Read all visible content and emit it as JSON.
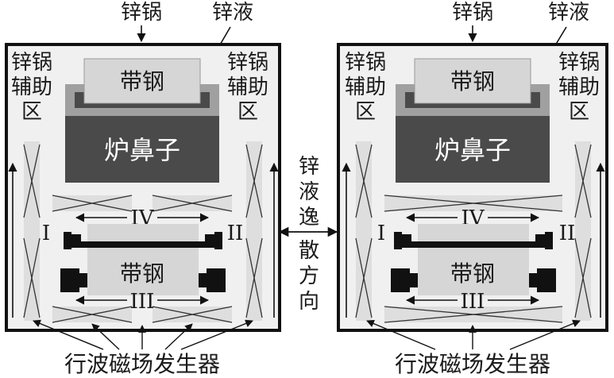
{
  "left_diagram": {
    "top_labels": {
      "pot": "锌锅",
      "liquid": "锌液"
    },
    "aux_left": [
      "锌锅",
      "辅助",
      "区"
    ],
    "aux_right": [
      "锌锅",
      "辅助",
      "区"
    ],
    "upper_strip": "带钢",
    "snout": "炉鼻子",
    "lower_strip": "带钢",
    "zones": {
      "i": "I",
      "ii": "II",
      "iii": "III",
      "iv": "IV"
    },
    "bottom_label": "行波磁场发生器"
  },
  "right_diagram": {
    "top_labels": {
      "pot": "锌锅",
      "liquid": "锌液"
    },
    "aux_left": [
      "锌锅",
      "辅助",
      "区"
    ],
    "aux_right": [
      "锌锅",
      "辅助",
      "区"
    ],
    "upper_strip": "带钢",
    "snout": "炉鼻子",
    "lower_strip": "带钢",
    "zones": {
      "i": "I",
      "ii": "II",
      "iii": "III",
      "iv": "IV"
    },
    "bottom_label": "行波磁场发生器"
  },
  "center_label": [
    "锌",
    "液",
    "逸",
    "散",
    "方",
    "向"
  ],
  "colors": {
    "frame": "#111111",
    "pot_fill": "#f0f0f0",
    "strip": "#d6d6d6",
    "snout_dark": "#4a4a4a",
    "snout_rim": "#a0a0a0",
    "generator": "#dedede"
  }
}
